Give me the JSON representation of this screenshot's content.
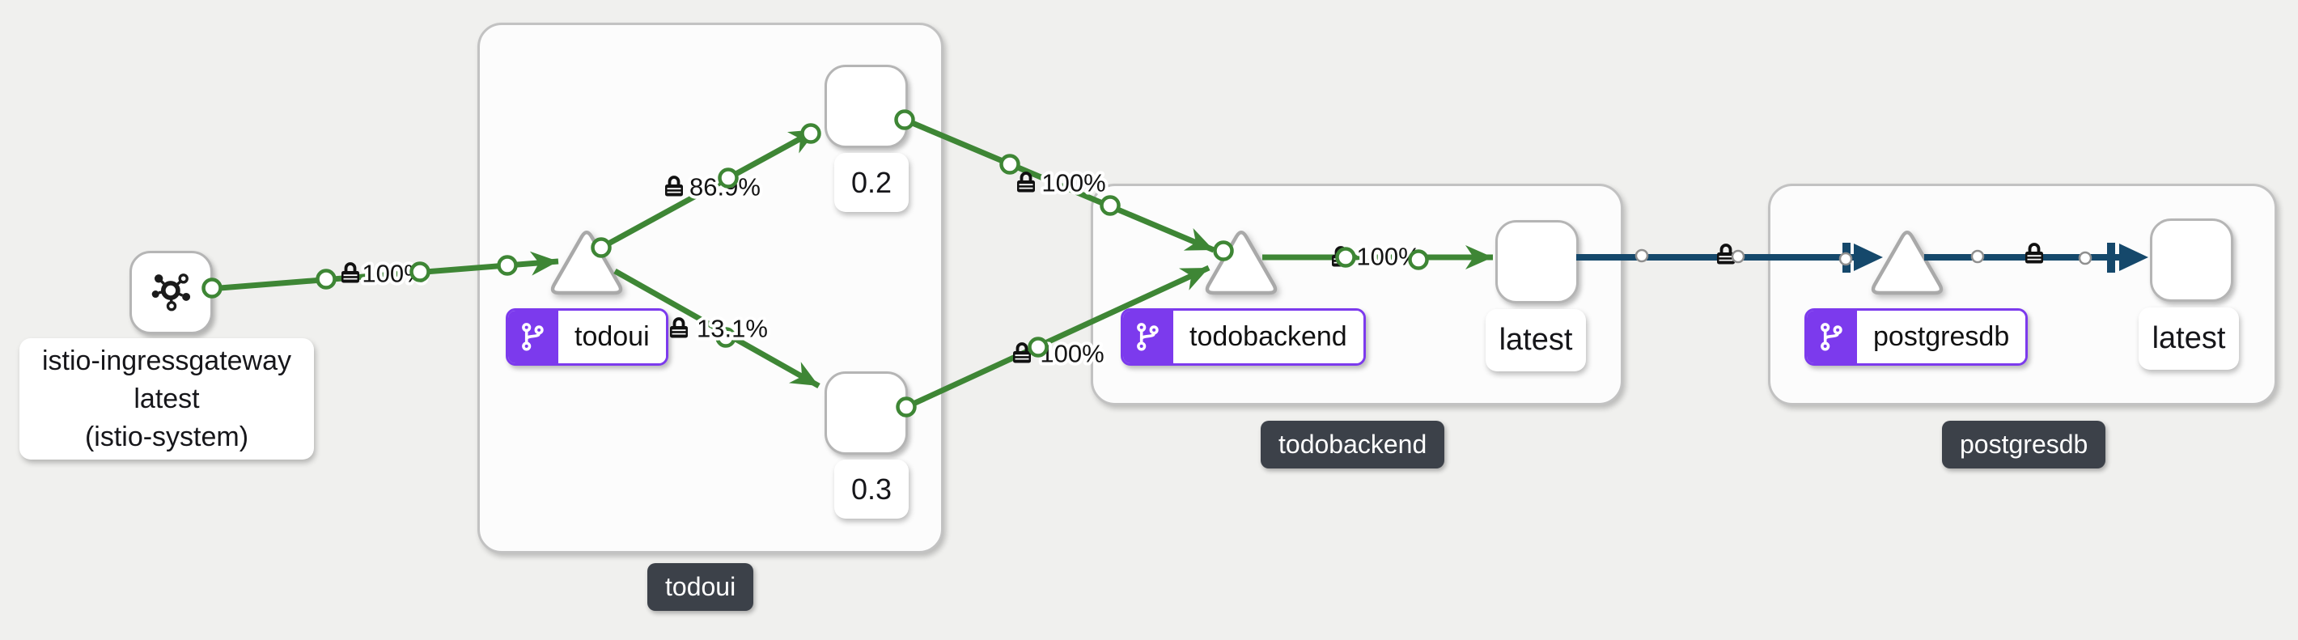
{
  "view": {
    "type": "service-mesh-traffic-graph",
    "background": "#f0f0ee"
  },
  "colors": {
    "http_edge_green": "#3E8635",
    "tcp_edge_navy": "#15486B",
    "app_badge_purple": "#7C3AED",
    "group_badge_dark": "#3C4149",
    "node_border_gray": "#B5B5B5",
    "triangle_border_gray": "#A9A9A9",
    "group_fill": "#FCFCFC",
    "canvas_fill": "#F0F0EE"
  },
  "gateway": {
    "line1": "istio-ingressgateway",
    "line2": "latest",
    "line3": "(istio-system)",
    "icon": "mesh-icon"
  },
  "groups": [
    {
      "name": "todoui",
      "badge": "todoui",
      "app_label": "todoui",
      "versions": [
        "0.2",
        "0.3"
      ]
    },
    {
      "name": "todobackend",
      "badge": "todobackend",
      "app_label": "todobackend",
      "versions": [
        "latest"
      ]
    },
    {
      "name": "postgresdb",
      "badge": "postgresdb",
      "app_label": "postgresdb",
      "versions": [
        "latest"
      ]
    }
  ],
  "version_nodes": {
    "todoui_v02": "0.2",
    "todoui_v03": "0.3",
    "todobackend_latest": "latest",
    "postgresdb_latest": "latest"
  },
  "edges": [
    {
      "from": "istio-ingressgateway",
      "to": "todoui",
      "label": "100%",
      "mtls_lock": true,
      "protocol": "http"
    },
    {
      "from": "todoui",
      "to": "todoui 0.2",
      "label": "86.9%",
      "mtls_lock": true,
      "protocol": "http"
    },
    {
      "from": "todoui",
      "to": "todoui 0.3",
      "label": "13.1%",
      "mtls_lock": true,
      "protocol": "http"
    },
    {
      "from": "todoui 0.2",
      "to": "todobackend",
      "label": "100%",
      "mtls_lock": true,
      "protocol": "http"
    },
    {
      "from": "todoui 0.3",
      "to": "todobackend",
      "label": "100%",
      "mtls_lock": true,
      "protocol": "http"
    },
    {
      "from": "todobackend",
      "to": "todobackend latest",
      "label": "100%",
      "mtls_lock": true,
      "protocol": "http"
    },
    {
      "from": "todobackend latest",
      "to": "postgresdb",
      "label": "",
      "mtls_lock": true,
      "protocol": "tcp"
    },
    {
      "from": "postgresdb",
      "to": "postgresdb latest",
      "label": "",
      "mtls_lock": true,
      "protocol": "tcp"
    }
  ]
}
